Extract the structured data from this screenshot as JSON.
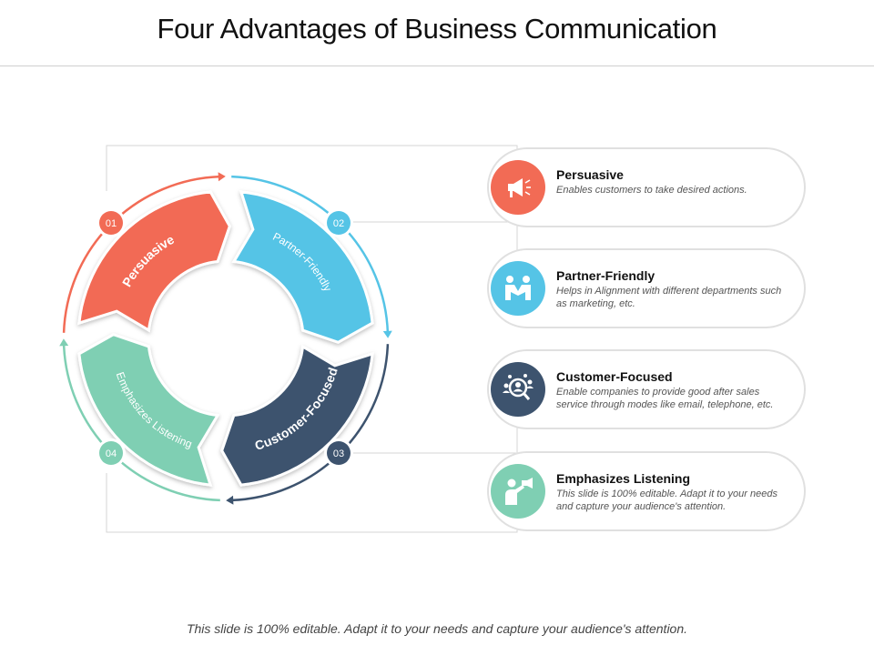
{
  "title": "Four Advantages  of Business Communication",
  "footer": "This slide is 100% editable.  Adapt it to your needs and capture your audience's attention.",
  "segments": [
    {
      "number": "01",
      "label": "Persuasive",
      "color": "#f26b55"
    },
    {
      "number": "02",
      "label": "Partner-Friendly",
      "color": "#55c4e6"
    },
    {
      "number": "03",
      "label": "Customer-Focused",
      "color": "#3d536e"
    },
    {
      "number": "04",
      "label": "Emphasizes Listening",
      "color": "#7fcfb3"
    }
  ],
  "cards": [
    {
      "title": "Persuasive",
      "description": "Enables customers to take desired actions.",
      "icon": "megaphone-icon",
      "color": "#f26b55"
    },
    {
      "title": "Partner-Friendly",
      "description": "Helps in Alignment with different departments such as marketing, etc.",
      "icon": "handshake-icon",
      "color": "#55c4e6"
    },
    {
      "title": "Customer-Focused",
      "description": "Enable companies to provide good after sales service through modes like email, telephone, etc.",
      "icon": "customer-search-icon",
      "color": "#3d536e"
    },
    {
      "title": "Emphasizes Listening",
      "description": "This slide is 100% editable. Adapt it to your needs and capture your audience's attention.",
      "icon": "listening-person-icon",
      "color": "#7fcfb3"
    }
  ]
}
